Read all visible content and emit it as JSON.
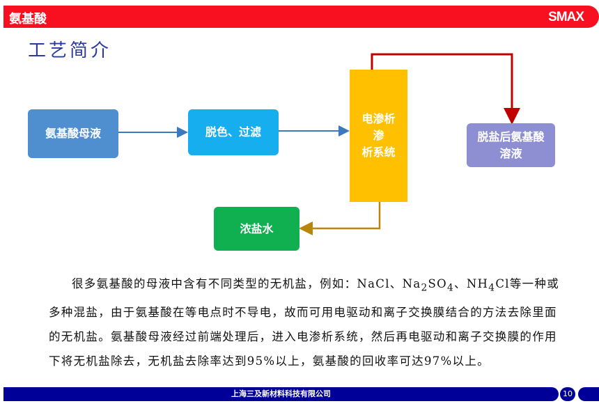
{
  "header": {
    "title": "氨基酸",
    "logo": "SMAX"
  },
  "page_title": "工艺简介",
  "flow": {
    "mother_liquor": "氨基酸母液",
    "decolor_filter": "脱色、过滤",
    "electrodialysis": [
      "电渗析",
      "渗",
      "析系统"
    ],
    "desalted": "脱盐后氨基酸溶液",
    "brine": "浓盐水"
  },
  "paragraph": {
    "p1": "很多氨基酸的母液中含有不同类型的无机盐，例如：NaCl、Na",
    "p2": "SO",
    "p3": "、NH",
    "p4": "Cl等一种或多种混盐，由于氨基酸在等电点时不导电，故而可用电驱动和离子交换膜结合的方法去除里面的无机盐。氨基酸母液经过前端处理后，进入电渗析系统，然后再电驱动和离子交换膜的作用下将无机盐除去，无机盐去除率达到95%以上，氨基酸的回收率可达97%以上。",
    "sub2": "2",
    "sub4": "4",
    "sub4b": "4"
  },
  "footer": {
    "company": "上海三及新材料科技有限公司",
    "page": "10"
  },
  "colors": {
    "header": "#f80f20",
    "footer": "#000099",
    "title": "#2b3aa0"
  }
}
